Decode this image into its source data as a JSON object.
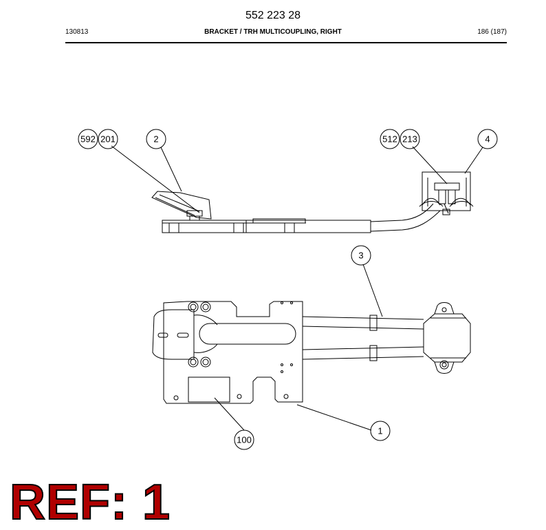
{
  "header": {
    "part_number": "552 223 28",
    "date_code": "130813",
    "title": "BRACKET / TRH MULTICOUPLING, RIGHT",
    "page": "186 (187)"
  },
  "callouts": [
    {
      "id": "592",
      "label": "592"
    },
    {
      "id": "201",
      "label": "201"
    },
    {
      "id": "2",
      "label": "2"
    },
    {
      "id": "512",
      "label": "512"
    },
    {
      "id": "213",
      "label": "213"
    },
    {
      "id": "4",
      "label": "4"
    },
    {
      "id": "3",
      "label": "3"
    },
    {
      "id": "1",
      "label": "1"
    },
    {
      "id": "100",
      "label": "100"
    }
  ],
  "ref_label": "REF: 1"
}
